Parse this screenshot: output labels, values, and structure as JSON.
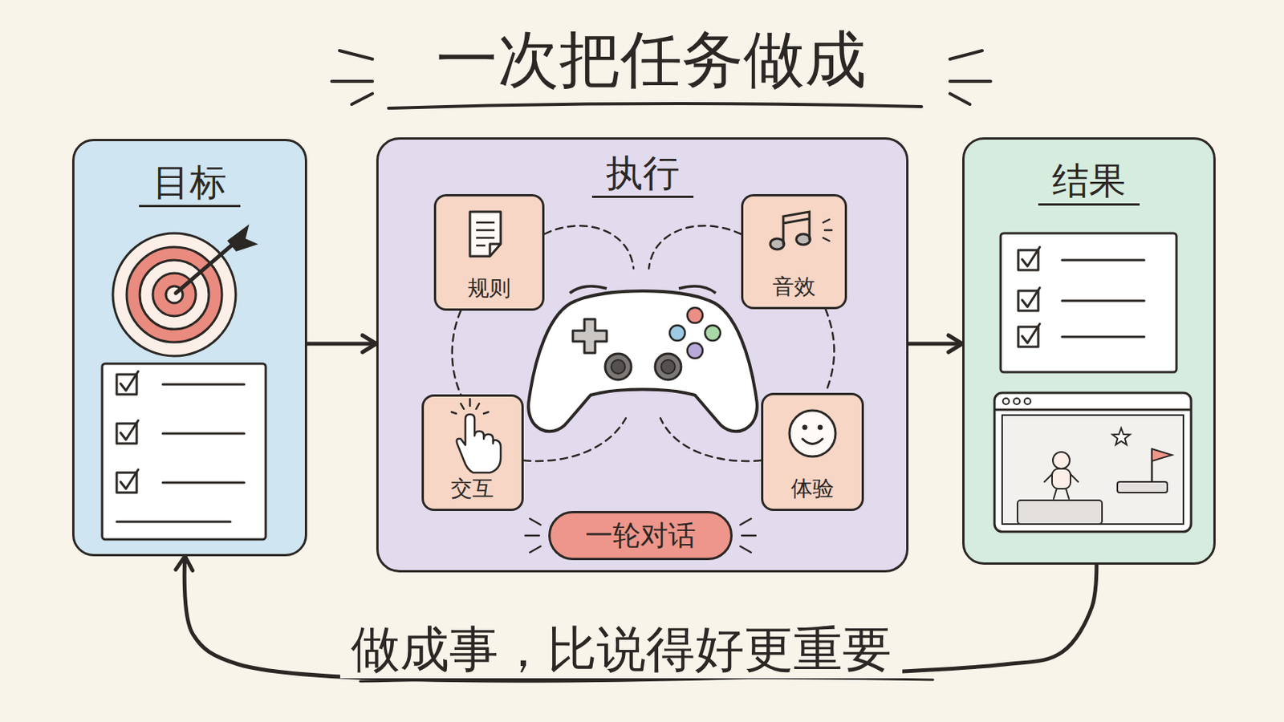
{
  "diagram": {
    "title": "一次把任务做成",
    "nodes": [
      {
        "text": [
          "目标"
        ]
      },
      {
        "text": [
          "执行"
        ]
      },
      {
        "text": [
          "规则"
        ],
        "in": 1
      },
      {
        "text": [
          "音效"
        ],
        "in": 1
      },
      {
        "text": [
          "交互"
        ],
        "in": 1
      },
      {
        "text": [
          "体验"
        ],
        "in": 1
      },
      {
        "text": [
          "一轮对话"
        ],
        "in": 1
      },
      {
        "text": [
          "结果"
        ]
      }
    ],
    "edges": [
      {
        "from": 0,
        "to": 1,
        "arrow": "to"
      },
      {
        "from": 1,
        "to": 7,
        "arrow": "to"
      },
      {
        "from": 7,
        "to": 0,
        "label": "做成事，比说得好更重要",
        "arrow": "to"
      }
    ]
  }
}
